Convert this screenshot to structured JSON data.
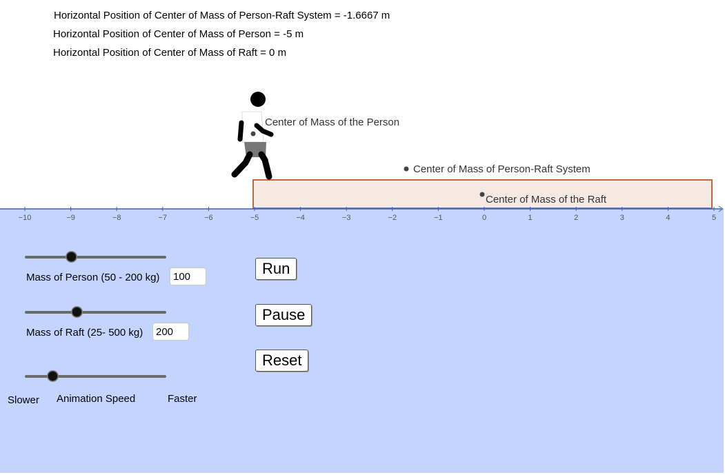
{
  "info": {
    "system_com": "Horizontal Position of Center of Mass of Person-Raft System = -1.6667 m",
    "person_com": "Horizontal Position of Center of Mass of Person = -5 m",
    "raft_com": "Horizontal Position of Center of Mass of Raft = 0 m"
  },
  "scene": {
    "axis_ticks": [
      "−10",
      "−9",
      "−8",
      "−7",
      "−6",
      "−5",
      "−4",
      "−3",
      "−2",
      "−1",
      "0",
      "1",
      "2",
      "3",
      "4",
      "5"
    ],
    "person_com_label": "Center of Mass of the Person",
    "system_com_label": "Center of Mass of Person-Raft System",
    "raft_com_label": "Center of Mass of the Raft",
    "colors": {
      "raft_fill": "#f6e9e3",
      "raft_border": "#c1693d",
      "axis": "#3b5fc0",
      "water": "#c3d5ff"
    }
  },
  "controls": {
    "person_mass": {
      "label": "Mass of Person (50 - 200 kg)",
      "value": "100",
      "fraction": 0.33
    },
    "raft_mass": {
      "label": "Mass of Raft (25- 500 kg)",
      "value": "200",
      "fraction": 0.37
    },
    "speed": {
      "label": "Animation Speed",
      "slower": "Slower",
      "faster": "Faster",
      "fraction": 0.2
    },
    "buttons": {
      "run": "Run",
      "pause": "Pause",
      "reset": "Reset"
    }
  }
}
